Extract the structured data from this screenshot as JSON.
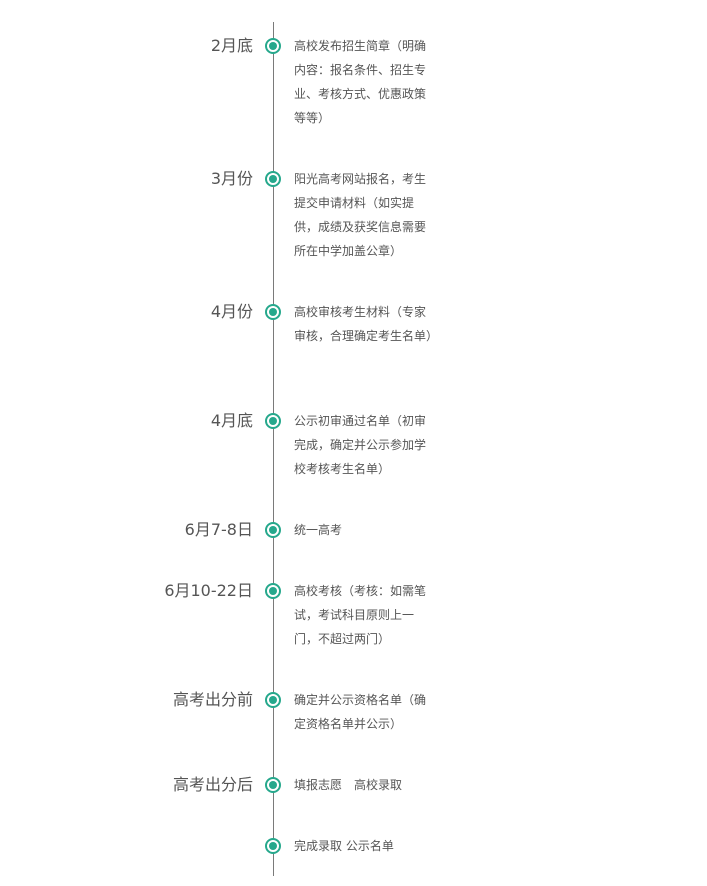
{
  "timeline": {
    "events": [
      {
        "date": "2月底",
        "text": "高校发布招生简章（明确内容：报名条件、招生专业、考核方式、优惠政策等等）"
      },
      {
        "date": "3月份",
        "text": "阳光高考网站报名，考生提交申请材料（如实提供，成绩及获奖信息需要所在中学加盖公章）"
      },
      {
        "date": "4月份",
        "text": "高校审核考生材料（专家审核，合理确定考生名单）"
      },
      {
        "date": "4月底",
        "text": "公示初审通过名单（初审完成，确定并公示参加学校考核考生名单）"
      },
      {
        "date": "6月7-8日",
        "text": "统一高考"
      },
      {
        "date": "6月10-22日",
        "text": "高校考核（考核：如需笔试，考试科目原则上一门，不超过两门）"
      },
      {
        "date": "高考出分前",
        "text": "确定并公示资格名单（确定资格名单并公示）"
      },
      {
        "date": "高考出分后",
        "text": "填报志愿　高校录取"
      },
      {
        "date": "",
        "text": "完成录取 公示名单"
      }
    ],
    "accent_color": "#26a88c",
    "line_color": "#7a7a7a",
    "text_color": "#555555"
  }
}
